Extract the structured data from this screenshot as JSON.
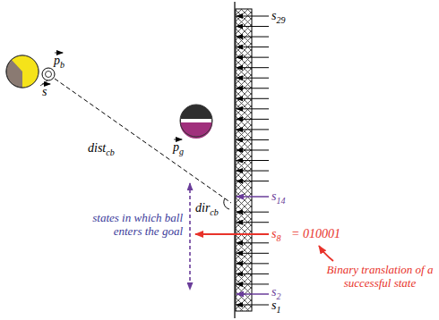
{
  "diagram": {
    "labels": [
      "pb",
      "s",
      "distcb",
      "dircb",
      "pg",
      "s29",
      "s14",
      "s8",
      "= 010001",
      "states in which ball enters the goal",
      "Binary translation of a successful state",
      "s2",
      "s1"
    ]
  }
}
